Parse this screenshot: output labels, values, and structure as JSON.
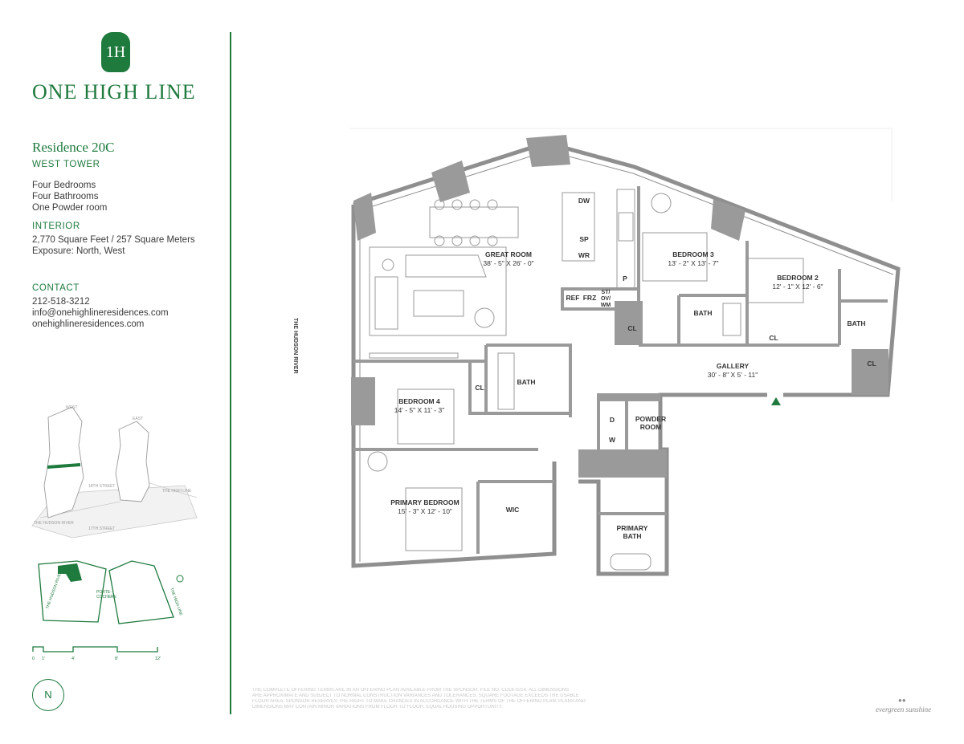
{
  "brand": {
    "monogram": "1H",
    "name": "ONE HIGH LINE"
  },
  "residence": {
    "title": "Residence 20C",
    "tower": "WEST TOWER",
    "features": [
      "Four Bedrooms",
      "Four Bathrooms",
      "One Powder room"
    ],
    "interior_label": "INTERIOR",
    "interior_lines": [
      "2,770 Square Feet / 257 Square Meters",
      "Exposure: North, West"
    ],
    "contact_label": "CONTACT",
    "contact_lines": [
      "212-518-3212",
      "info@onehighlineresidences.com",
      "onehighlineresidences.com"
    ]
  },
  "site_map": {
    "labels": {
      "west": "WEST",
      "east": "EAST",
      "street_18": "18TH STREET",
      "high_line": "THE HIGH LINE",
      "hudson": "THE HUDSON RIVER",
      "street_17": "17TH STREET"
    }
  },
  "site_plan": {
    "hudson": "THE HUDSON RIVER",
    "porte": "PORTE-",
    "cochere": "COCHERE",
    "high_line": "THE HIGH LINE"
  },
  "scale_bar": {
    "ticks": [
      "0",
      "1'",
      "4'",
      "8'",
      "12'"
    ]
  },
  "compass": "N",
  "floorplan": {
    "river_label": "THE HUDSON RIVER",
    "rooms": {
      "great_room": {
        "name": "GREAT ROOM",
        "dims": "38' - 5\" X 26' - 0\""
      },
      "bedroom3": {
        "name": "BEDROOM 3",
        "dims": "13' - 2\" X 13' - 7\""
      },
      "bedroom2": {
        "name": "BEDROOM 2",
        "dims": "12' - 1\" X 12' - 6\""
      },
      "bedroom4": {
        "name": "BEDROOM 4",
        "dims": "14' - 5\" X 11' - 3\""
      },
      "primary": {
        "name": "PRIMARY BEDROOM",
        "dims": "15' - 3\" X 12' - 10\""
      },
      "gallery": {
        "name": "GALLERY",
        "dims": "30' - 8\" X 5' - 11\""
      },
      "powder": {
        "line1": "POWDER",
        "line2": "ROOM"
      },
      "primary_bath": {
        "line1": "PRIMARY",
        "line2": "BATH"
      },
      "wic": "WIC",
      "bath": "BATH",
      "cl": "CL"
    },
    "kitchen": {
      "dw": "DW",
      "sp": "SP",
      "wr": "WR",
      "p": "P",
      "ref": "REF",
      "frz": "FRZ",
      "st1": "ST/",
      "st2": "OV/",
      "st3": "WM"
    },
    "laundry": {
      "d": "D",
      "w": "W"
    }
  },
  "disclaimer_lines": [
    "THE COMPLETE OFFERING TERMS ARE IN AN OFFERING PLAN AVAILABLE FROM THE SPONSOR. FILE NO. CD18-0214. ALL DIMENSIONS",
    "ARE APPROXIMATE AND SUBJECT TO NORMAL CONSTRUCTION VARIANCES AND TOLERANCES. SQUARE FOOTAGE EXCEEDS THE USABLE",
    "FLOOR AREA. SPONSOR RESERVES THE RIGHT TO MAKE CHANGES IN ACCORDANCE WITH THE TERMS OF THE OFFERING PLAN. PLANS AND",
    "DIMENSIONS MAY CONTAIN MINOR VARIATIONS FROM FLOOR TO FLOOR. EQUAL HOUSING OPPORTUNITY."
  ],
  "credit": "evergreen sunshine",
  "colors": {
    "brand_green": "#1f7a3e",
    "wall_gray": "#9a9a9a",
    "text_gray": "#3a3a3a"
  }
}
